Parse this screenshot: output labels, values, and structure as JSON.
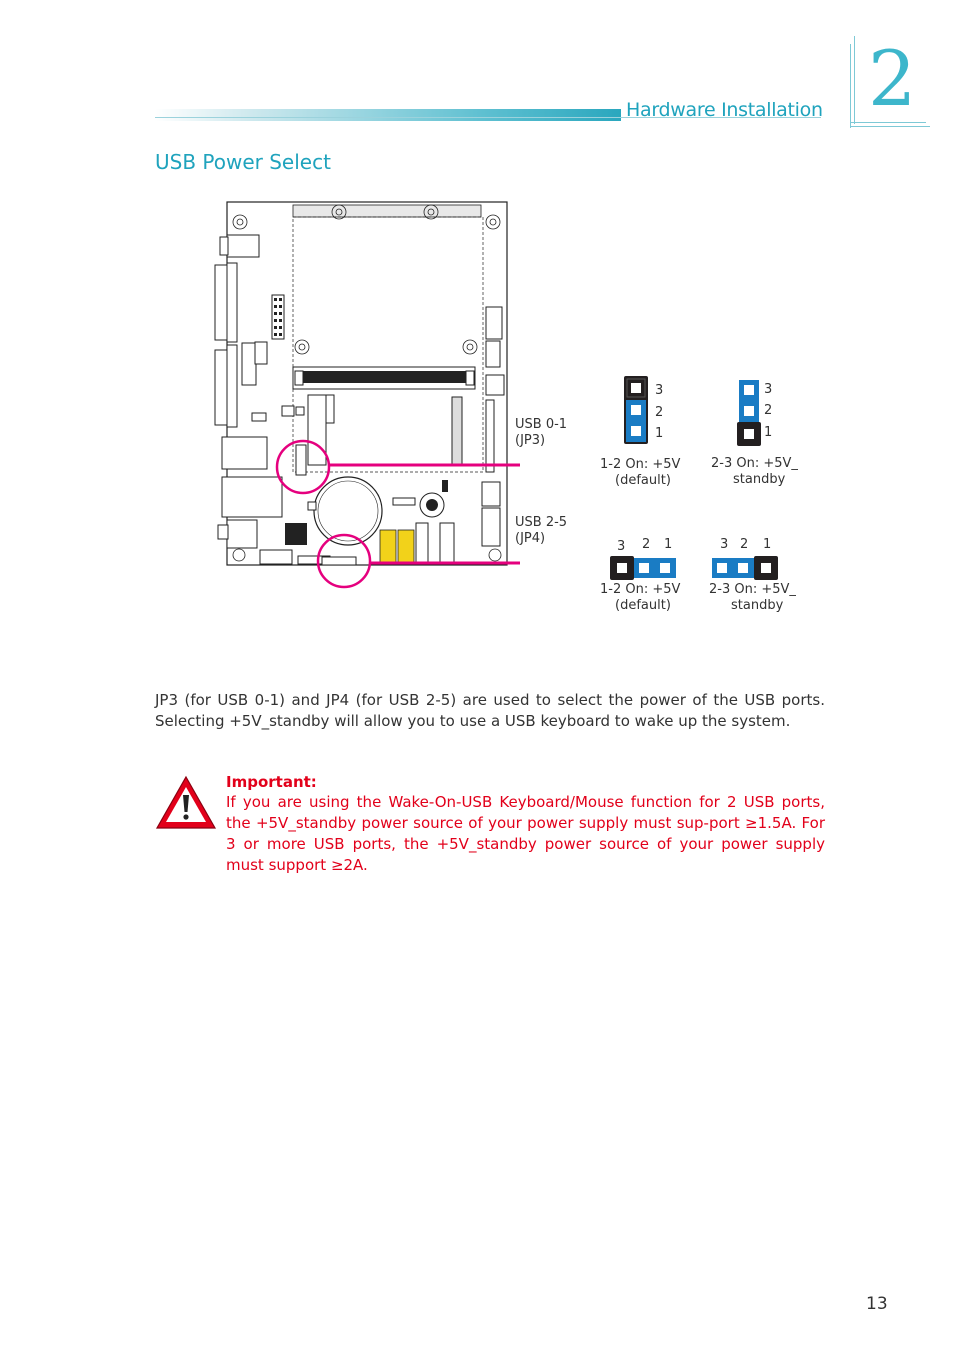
{
  "header": {
    "section_title": "Hardware Installation",
    "chapter_number": "2"
  },
  "page_heading": "USB Power Select",
  "diagram": {
    "usb01_label": "USB 0-1",
    "usb01_sub": "(JP3)",
    "usb25_label": "USB 2-5",
    "usb25_sub": "(JP4)",
    "jp3_default": {
      "pins": [
        "3",
        "2",
        "1"
      ],
      "caption_line1": "1-2 On: +5V",
      "caption_line2": "(default)"
    },
    "jp3_standby": {
      "pins": [
        "3",
        "2",
        "1"
      ],
      "caption_line1": "2-3 On: +5V_",
      "caption_line2": "standby"
    },
    "jp4_default": {
      "pins": [
        "3",
        "2",
        "1"
      ],
      "caption_line1": "1-2 On: +5V",
      "caption_line2": "(default)"
    },
    "jp4_standby": {
      "pins": [
        "3",
        "2",
        "1"
      ],
      "caption_line1": "2-3 On: +5V_",
      "caption_line2": "standby"
    },
    "colors": {
      "jumper_blue": "#1a7cc4",
      "jumper_black": "#231f20",
      "arrow": "#e5007e",
      "header_jumper_yellow": "#f2d21a"
    }
  },
  "body": {
    "paragraph": "JP3 (for USB 0-1) and JP4 (for USB 2-5) are used to select the power of the USB ports. Selecting +5V_standby will allow you to use a USB keyboard to wake up the system."
  },
  "important": {
    "title": "Important:",
    "text": "If you are using the Wake-On-USB Keyboard/Mouse function for 2 USB ports, the +5V_standby power source of your power supply must sup-port ≥1.5A. For 3 or more USB ports, the +5V_standby power source of your power supply must support ≥2A.",
    "icon": "warning-triangle-icon"
  },
  "page_number": "13"
}
